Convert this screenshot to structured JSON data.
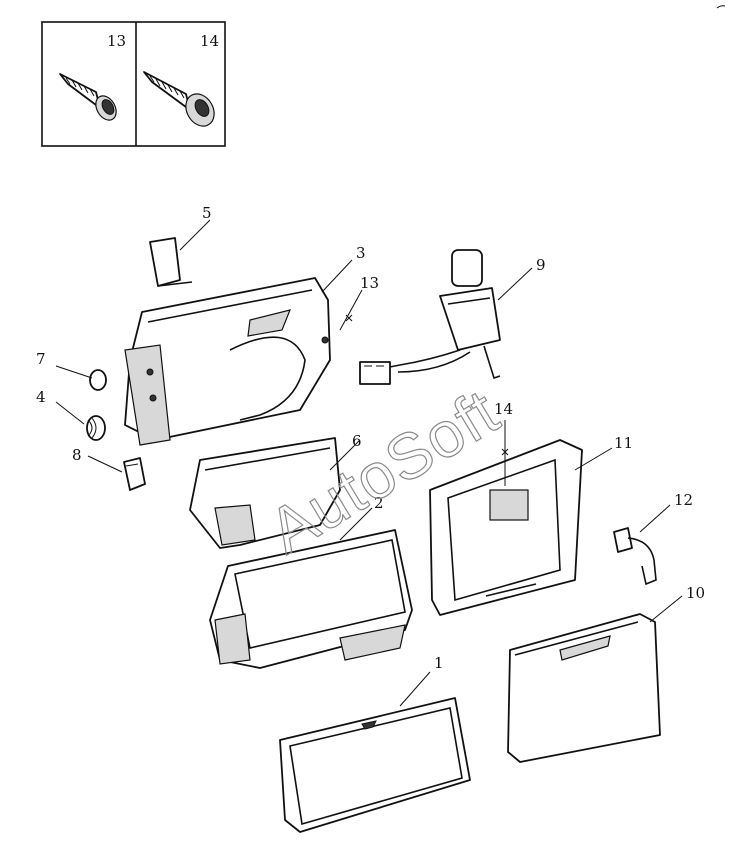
{
  "inset": {
    "labels": [
      "13",
      "14"
    ],
    "items": [
      {
        "label": "13",
        "icon": "self-tapping-screw-icon"
      },
      {
        "label": "14",
        "icon": "self-tapping-screw-washer-icon"
      }
    ]
  },
  "callouts": {
    "c1": "1",
    "c2": "2",
    "c3": "3",
    "c4": "4",
    "c5": "5",
    "c6": "6",
    "c7": "7",
    "c8": "8",
    "c9": "9",
    "c10": "10",
    "c11": "11",
    "c12": "12",
    "c13": "13",
    "c14": "14"
  },
  "watermark": "AutoSoft",
  "colors": {
    "line": "#111111",
    "shade": "#d8d8d8",
    "watermark": "#8a8a8a"
  }
}
